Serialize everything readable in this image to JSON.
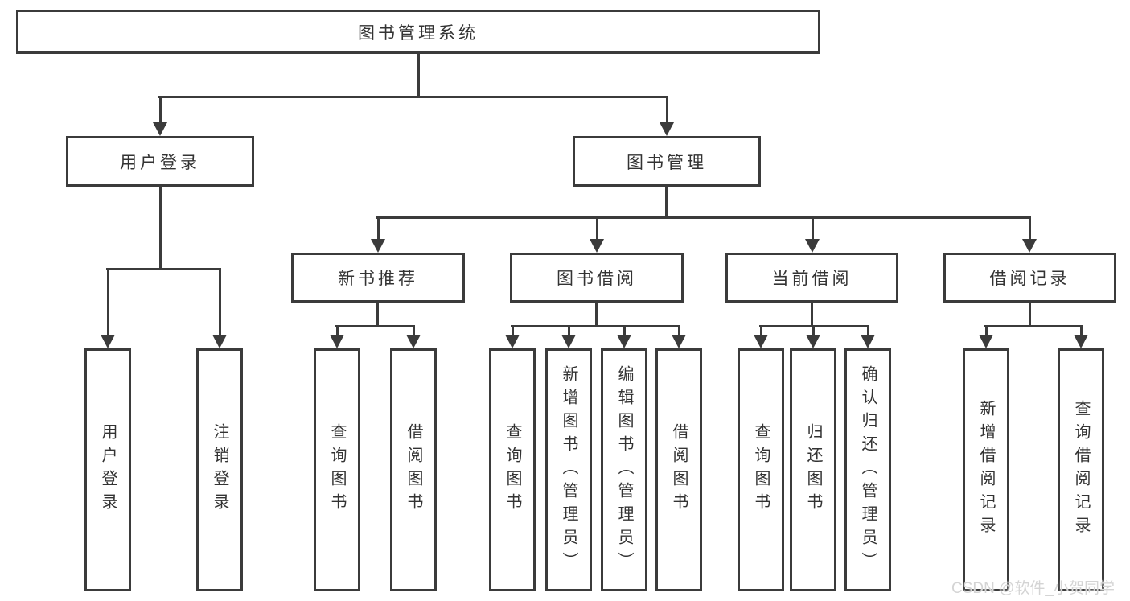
{
  "root": {
    "label": "图书管理系统"
  },
  "level2": {
    "user_login": {
      "label": "用户登录"
    },
    "book_management": {
      "label": "图书管理"
    }
  },
  "level3": {
    "new_book_recommend": {
      "label": "新书推荐"
    },
    "book_borrowing": {
      "label": "图书借阅"
    },
    "current_borrowing": {
      "label": "当前借阅"
    },
    "borrowing_records": {
      "label": "借阅记录"
    }
  },
  "leaves": {
    "user_login": [
      "用户登录",
      "注销登录"
    ],
    "new_book_recommend": [
      "查询图书",
      "借阅图书"
    ],
    "book_borrowing": [
      "查询图书",
      "新增图书（管理员）",
      "编辑图书（管理员）",
      "借阅图书"
    ],
    "current_borrowing": [
      "查询图书",
      "归还图书",
      "确认归还（管理员）"
    ],
    "borrowing_records": [
      "新增借阅记录",
      "查询借阅记录"
    ]
  },
  "watermark": "CSDN @软件_小贺同学",
  "colors": {
    "line": "#3b3b3b",
    "text": "#333333",
    "background": "#ffffff",
    "watermark": "#d4d4d4"
  }
}
